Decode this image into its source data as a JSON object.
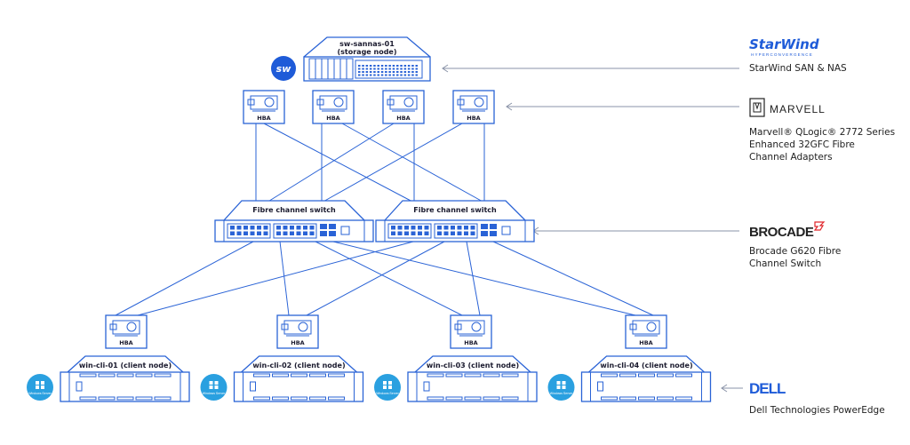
{
  "colors": {
    "line": "#2a63d6",
    "accent": "#1e5bd8",
    "windows": "#2aa0e0",
    "arrow": "#8a93a8",
    "brocade_red": "#e0262b",
    "text": "#222222"
  },
  "storage": {
    "name": "sw-sannas-01",
    "role": "(storage node)",
    "badge": "sw"
  },
  "hba_label": "HBA",
  "switches": [
    {
      "label": "Fibre channel switch"
    },
    {
      "label": "Fibre channel switch"
    }
  ],
  "clients": [
    {
      "label": "win-cli-01 (client node)",
      "os_icon": "Windows Server"
    },
    {
      "label": "win-cli-02 (client node)",
      "os_icon": "Windows Server"
    },
    {
      "label": "win-cli-03 (client node)",
      "os_icon": "Windows Server"
    },
    {
      "label": "win-cli-04 (client node)",
      "os_icon": "Windows Server"
    }
  ],
  "legend": {
    "starwind": {
      "logo": "StarWind",
      "logo_sub": "HYPERCONVERGENCE",
      "lines": [
        "StarWind SAN & NAS"
      ]
    },
    "marvell": {
      "logo": "MARVELL",
      "lines": [
        "Marvell® QLogic® 2772 Series",
        "Enhanced 32GFC Fibre",
        "Channel Adapters"
      ]
    },
    "brocade": {
      "logo": "BROCADE",
      "lines": [
        "Brocade G620 Fibre",
        "Channel Switch"
      ]
    },
    "dell": {
      "logo": "DELL",
      "lines": [
        "Dell Technologies PowerEdge"
      ]
    }
  }
}
